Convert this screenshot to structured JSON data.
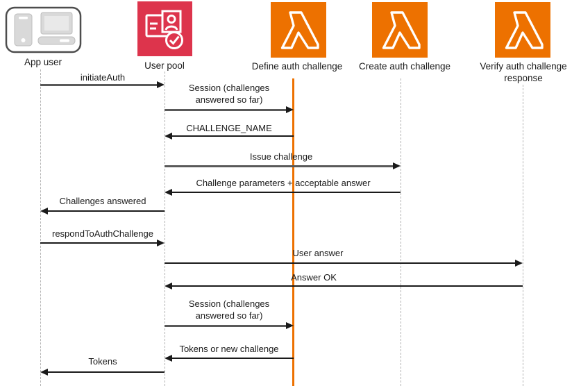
{
  "diagram": {
    "type": "sequence-diagram",
    "subject": "Custom authentication challenge flow"
  },
  "colors": {
    "lambda_orange": "#ED7100",
    "user_pool_red": "#DD344C",
    "activation_line_orange": "#ED7100",
    "arrow_dark": "#1a1a1a",
    "arrow_gray": "#595959",
    "lifeline_gray": "#b3b3b3",
    "device_gray": "#d9d9d9"
  },
  "actors": [
    {
      "name": "App user",
      "icon": "devices-icon"
    },
    {
      "name": "User pool",
      "icon": "user-pool-icon"
    },
    {
      "name": "Define auth challenge",
      "icon": "lambda-icon"
    },
    {
      "name": "Create auth challenge",
      "icon": "lambda-icon"
    },
    {
      "name": "Verify auth challenge response",
      "icon": "lambda-icon"
    }
  ],
  "messages": [
    {
      "from": "App user",
      "to": "User pool",
      "label": "initiateAuth"
    },
    {
      "from": "User pool",
      "to": "Define auth challenge",
      "label": "Session (challenges answered so far)"
    },
    {
      "from": "Define auth challenge",
      "to": "User pool",
      "label": "CHALLENGE_NAME"
    },
    {
      "from": "User pool",
      "to": "Create auth challenge",
      "label": "Issue challenge"
    },
    {
      "from": "Create auth challenge",
      "to": "User pool",
      "label": "Challenge parameters + acceptable answer"
    },
    {
      "from": "User pool",
      "to": "App user",
      "label": "Challenges answered"
    },
    {
      "from": "App user",
      "to": "User pool",
      "label": "respondToAuthChallenge"
    },
    {
      "from": "User pool",
      "to": "Verify auth challenge response",
      "label": "User answer"
    },
    {
      "from": "Verify auth challenge response",
      "to": "User pool",
      "label": "Answer OK"
    },
    {
      "from": "User pool",
      "to": "Define auth challenge",
      "label": "Session (challenges answered so far)"
    },
    {
      "from": "Define auth challenge",
      "to": "User pool",
      "label": "Tokens or new challenge"
    },
    {
      "from": "User pool",
      "to": "App user",
      "label": "Tokens"
    }
  ]
}
